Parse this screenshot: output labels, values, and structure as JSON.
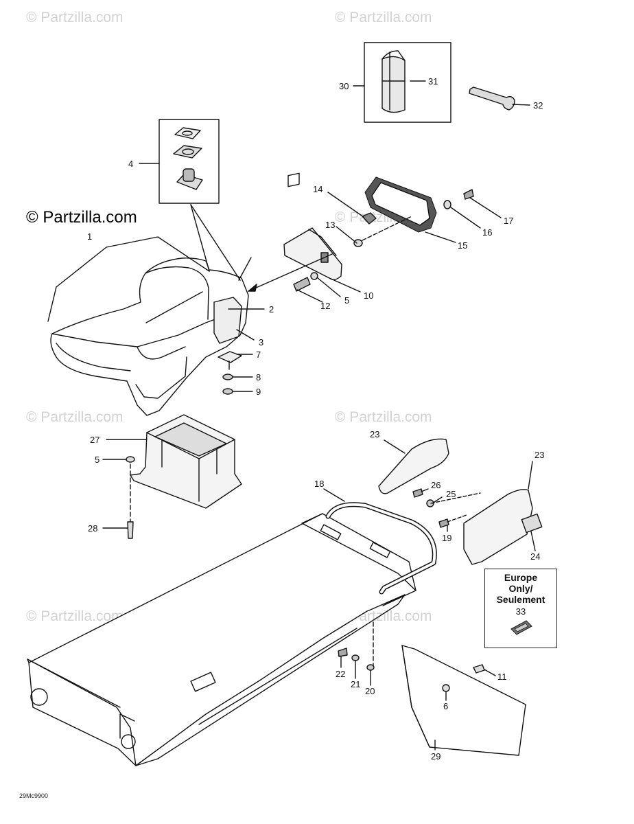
{
  "watermark": {
    "main": "© Partzilla.com",
    "faded": "© Partzilla.com"
  },
  "callouts": [
    {
      "id": "c1",
      "label": "1"
    },
    {
      "id": "c2",
      "label": "2"
    },
    {
      "id": "c3",
      "label": "3"
    },
    {
      "id": "c4",
      "label": "4"
    },
    {
      "id": "c5a",
      "label": "5"
    },
    {
      "id": "c5b",
      "label": "5"
    },
    {
      "id": "c6",
      "label": "6"
    },
    {
      "id": "c7",
      "label": "7"
    },
    {
      "id": "c8",
      "label": "8"
    },
    {
      "id": "c9",
      "label": "9"
    },
    {
      "id": "c10",
      "label": "10"
    },
    {
      "id": "c11",
      "label": "11"
    },
    {
      "id": "c12",
      "label": "12"
    },
    {
      "id": "c13",
      "label": "13"
    },
    {
      "id": "c14",
      "label": "14"
    },
    {
      "id": "c15",
      "label": "15"
    },
    {
      "id": "c16",
      "label": "16"
    },
    {
      "id": "c17",
      "label": "17"
    },
    {
      "id": "c18",
      "label": "18"
    },
    {
      "id": "c19",
      "label": "19"
    },
    {
      "id": "c20",
      "label": "20"
    },
    {
      "id": "c21",
      "label": "21"
    },
    {
      "id": "c22",
      "label": "22"
    },
    {
      "id": "c23a",
      "label": "23"
    },
    {
      "id": "c23b",
      "label": "23"
    },
    {
      "id": "c24",
      "label": "24"
    },
    {
      "id": "c25",
      "label": "25"
    },
    {
      "id": "c26",
      "label": "26"
    },
    {
      "id": "c27",
      "label": "27"
    },
    {
      "id": "c28",
      "label": "28"
    },
    {
      "id": "c29",
      "label": "29"
    },
    {
      "id": "c30",
      "label": "30"
    },
    {
      "id": "c31",
      "label": "31"
    },
    {
      "id": "c32",
      "label": "32"
    }
  ],
  "europe_box": {
    "text_line1": "Europe",
    "text_line2": "Only/",
    "text_line3": "Seulement",
    "part": "33"
  },
  "drawing_code": "29Mc9900"
}
